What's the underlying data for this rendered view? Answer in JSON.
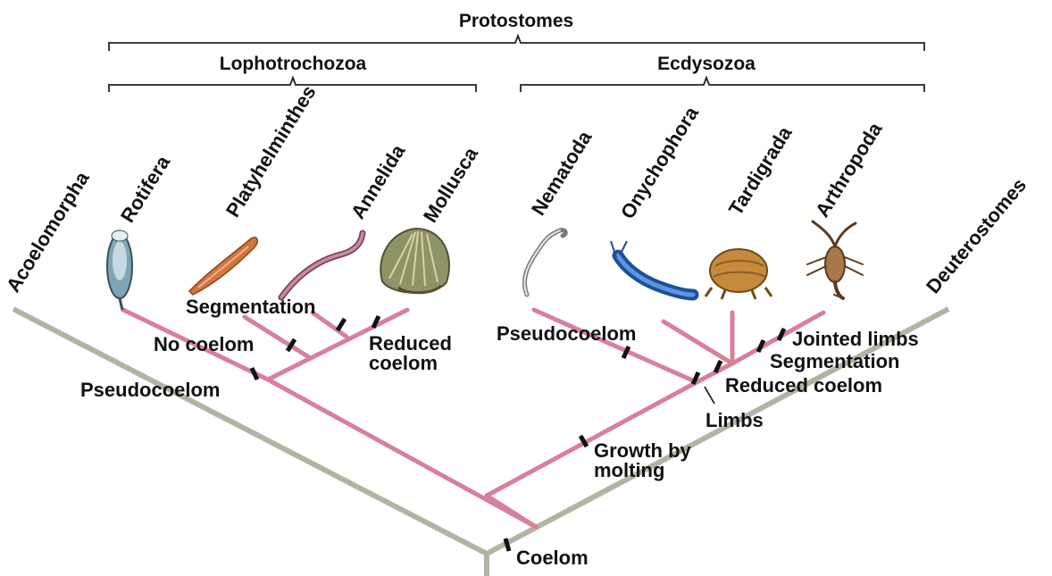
{
  "clades": {
    "protostomes": "Protostomes",
    "lophotrochozoa": "Lophotrochozoa",
    "ecdysozoa": "Ecdysozoa"
  },
  "taxa": {
    "acoelomorpha": "Acoelomorpha",
    "rotifera": "Rotifera",
    "platyhelminthes": "Platyhelminthes",
    "annelida": "Annelida",
    "mollusca": "Mollusca",
    "nematoda": "Nematoda",
    "onychophora": "Onychophora",
    "tardigrada": "Tardigrada",
    "arthropoda": "Arthropoda",
    "deuterostomes": "Deuterostomes"
  },
  "traits": {
    "segmentation_lopho": "Segmentation",
    "no_coelom": "No coelom",
    "reduced_coelom_lopho": "Reduced\ncoelom",
    "pseudocoelom_lopho": "Pseudocoelom",
    "pseudocoelom_ecdy": "Pseudocoelom",
    "jointed_limbs": "Jointed limbs",
    "segmentation_ecdy": "Segmentation",
    "reduced_coelom_ecdy": "Reduced coelom",
    "limbs": "Limbs",
    "growth_by_molting": "Growth by\nmolting",
    "coelom": "Coelom"
  },
  "colors": {
    "protostome_branch": "#d8809a",
    "outer_branch": "#b4b2a3",
    "marker": "#111111"
  }
}
